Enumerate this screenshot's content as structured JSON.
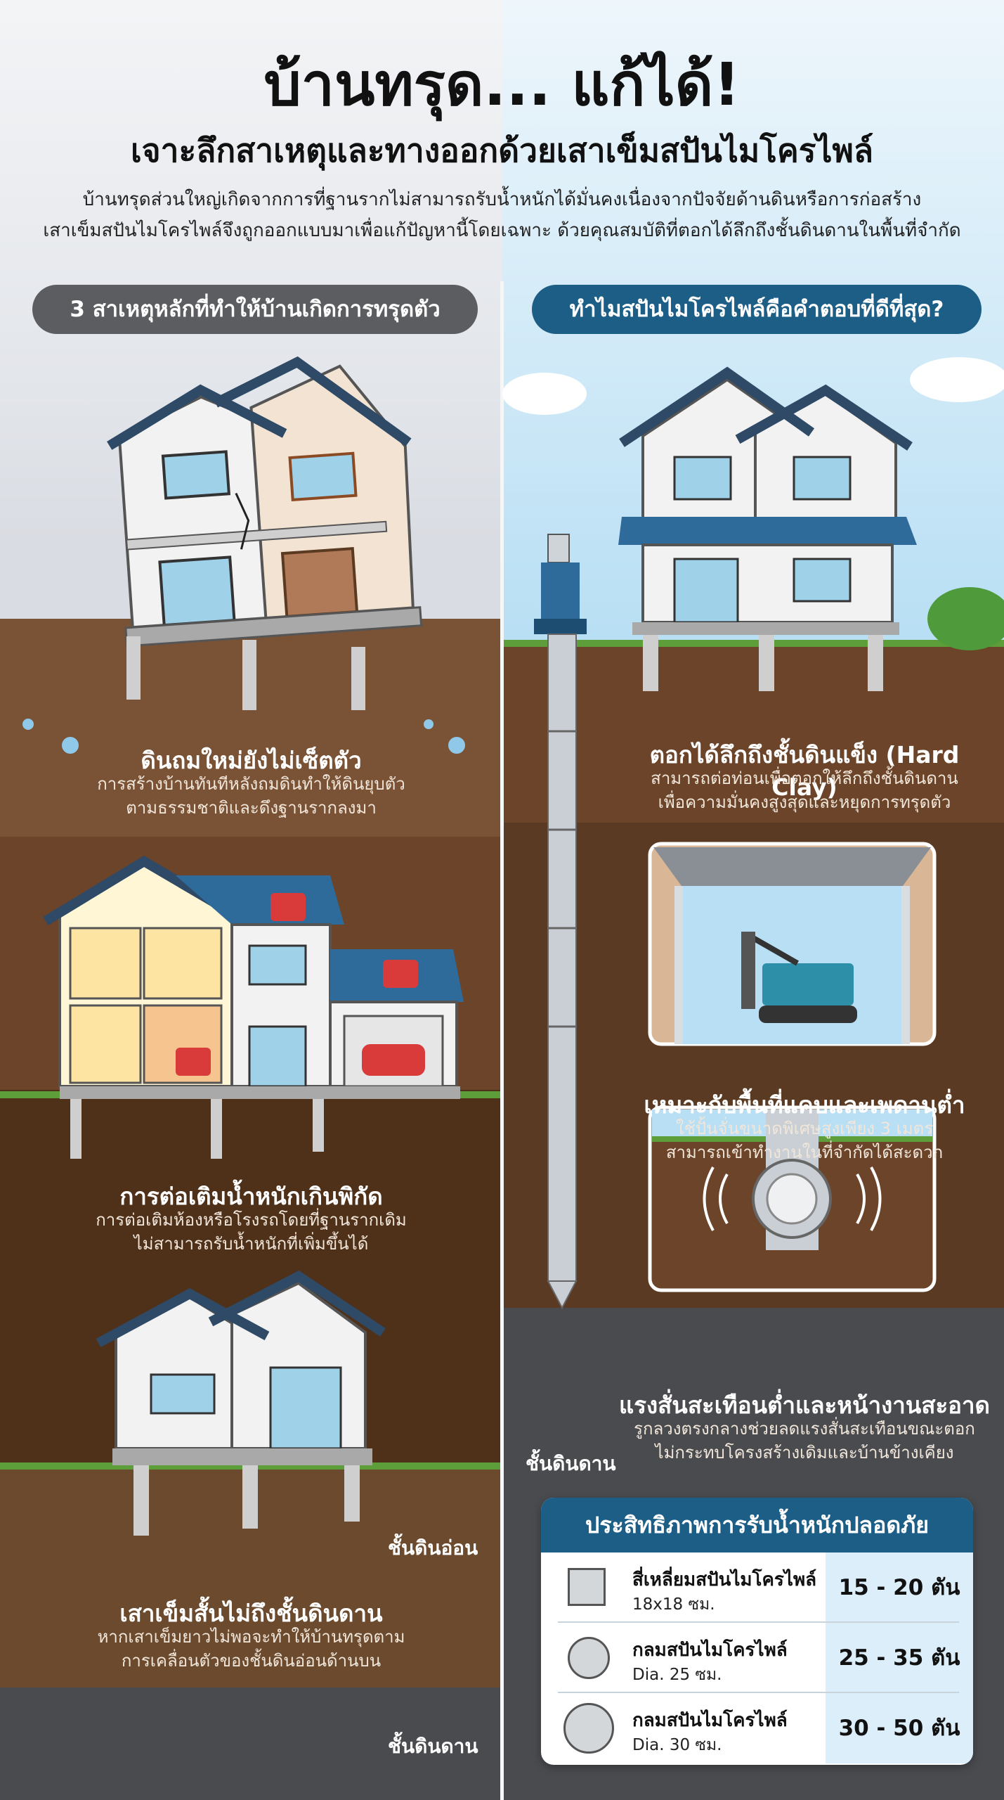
{
  "header": {
    "title": "บ้านทรุด... แก้ได้!",
    "subtitle": "เจาะลึกสาเหตุและทางออกด้วยเสาเข็มสปันไมโครไพล์",
    "intro_line1": "บ้านทรุดส่วนใหญ่เกิดจากการที่ฐานรากไม่สามารถรับน้ำหนักได้มั่นคงเนื่องจากปัจจัยด้านดินหรือการก่อสร้าง",
    "intro_line2": "เสาเข็มสปันไมโครไพล์จึงถูกออกแบบมาเพื่อแก้ปัญหานี้โดยเฉพาะ ด้วยคุณสมบัติที่ตอกได้ลึกถึงชั้นดินดานในพื้นที่จำกัด"
  },
  "left": {
    "heading": "3 สาเหตุหลักที่ทำให้บ้านเกิดการทรุดตัว",
    "causes": [
      {
        "title": "ดินถมใหม่ยังไม่เซ็ตตัว",
        "line1": "การสร้างบ้านทันทีหลังถมดินทำให้ดินยุบตัว",
        "line2": "ตามธรรมชาติและดึงฐานรากลงมา"
      },
      {
        "title": "การต่อเติมน้ำหนักเกินพิกัด",
        "line1": "การต่อเติมห้องหรือโรงรถโดยที่ฐานรากเดิม",
        "line2": "ไม่สามารถรับน้ำหนักที่เพิ่มขึ้นได้"
      },
      {
        "title": "เสาเข็มสั้นไม่ถึงชั้นดินดาน",
        "line1": "หากเสาเข็มยาวไม่พอจะทำให้บ้านทรุดตาม",
        "line2": "การเคลื่อนตัวของชั้นดินอ่อนด้านบน"
      }
    ],
    "soft_soil_label": "ชั้นดินอ่อน",
    "hard_soil_label": "ชั้นดินดาน"
  },
  "right": {
    "heading": "ทำไมสปันไมโครไพล์คือคำตอบที่ดีที่สุด?",
    "pile_label": "ชั้นดินดาน",
    "benefits": [
      {
        "title": "ตอกได้ลึกถึงชั้นดินแข็ง (Hard Clay)",
        "line1": "สามารถต่อท่อนเพื่อตอกให้ลึกถึงชั้นดินดาน",
        "line2": "เพื่อความมั่นคงสูงสุดและหยุดการทรุดตัว"
      },
      {
        "title": "เหมาะกับพื้นที่แคบและเพดานต่ำ",
        "line1": "ใช้ปั้นจั่นขนาดพิเศษสูงเพียง 3 เมตร",
        "line2": "สามารถเข้าทำงานในที่จำกัดได้สะดวก"
      },
      {
        "title": "แรงสั่นสะเทือนต่ำและหน้างานสะอาด",
        "line1": "รูกลวงตรงกลางช่วยลดแรงสั่นสะเทือนขณะตอก",
        "line2": "ไม่กระทบโครงสร้างเดิมและบ้านข้างเคียง"
      }
    ],
    "table": {
      "title": "ประสิทธิภาพการรับน้ำหนักปลอดภัย",
      "rows": [
        {
          "shape": "square",
          "name": "สี่เหลี่ยมสปันไมโครไพล์",
          "size": "18x18 ซม.",
          "load": "15 - 20 ตัน"
        },
        {
          "shape": "circle",
          "name": "กลมสปันไมโครไพล์",
          "size": "Dia. 25 ซม.",
          "load": "25 - 35 ตัน"
        },
        {
          "shape": "circle",
          "name": "กลมสปันไมโครไพล์",
          "size": "Dia. 30 ซม.",
          "load": "30 - 50 ตัน"
        }
      ]
    }
  },
  "colors": {
    "accent_blue": "#1d5e87",
    "pill_gray": "#5b5d61",
    "soil_brown": "#5a3a22",
    "grass_green": "#5d9e3a"
  }
}
